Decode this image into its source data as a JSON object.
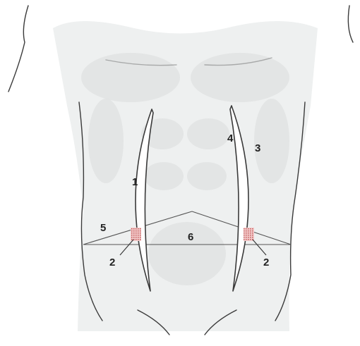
{
  "labels": {
    "incision_left": "1",
    "mark_left": "2",
    "mark_right": "2",
    "incision_right_outer": "3",
    "incision_right_inner": "4",
    "line_left": "5",
    "center": "6"
  },
  "colors": {
    "background": "#ffffff",
    "skin": "#eef0f0",
    "shade": "#dadcdc",
    "outline": "#3a3a3a",
    "incision_fill": "#ffffff",
    "mark": "#d98a8a"
  }
}
